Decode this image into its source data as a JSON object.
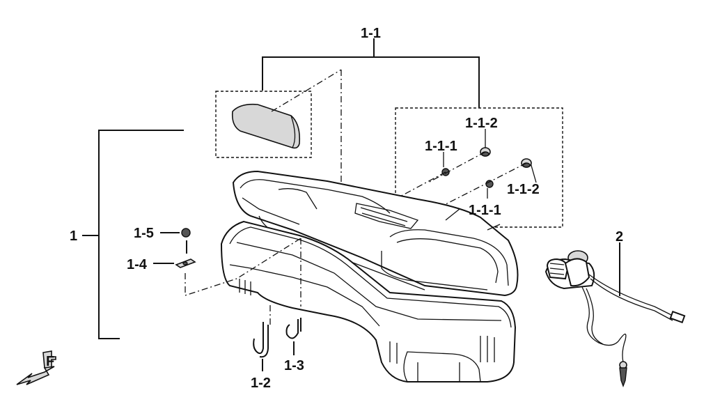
{
  "callouts": {
    "c1": "1",
    "c1_1": "1-1",
    "c1_1_1_a": "1-1-1",
    "c1_1_1_b": "1-1-1",
    "c1_1_2_a": "1-1-2",
    "c1_1_2_b": "1-1-2",
    "c1_2": "1-2",
    "c1_3": "1-3",
    "c1_4": "1-4",
    "c1_5": "1-5",
    "c2": "2"
  },
  "icons": {
    "front_indicator": "front-arrow-icon",
    "front_letter": "F"
  },
  "colors": {
    "line": "#111111",
    "background": "#ffffff"
  }
}
